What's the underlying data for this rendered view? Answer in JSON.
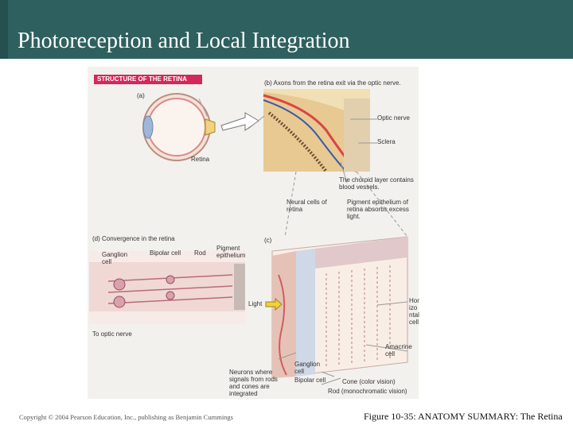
{
  "slide": {
    "title": "Photoreception and Local Integration",
    "copyright": "Copyright © 2004 Pearson Education, Inc., publishing as Benjamin Cummings",
    "caption": "Figure 10-35: ANATOMY SUMMARY: The Retina"
  },
  "figure": {
    "banner": "STRUCTURE OF THE RETINA",
    "panel_a": "(a)",
    "retina": "Retina",
    "panel_b": "(b) Axons from the retina exit via the optic nerve.",
    "optic_nerve": "Optic nerve",
    "sclera": "Sclera",
    "choroid": "The choroid layer contains blood vessels.",
    "neural_cells": "Neural cells of retina",
    "pigment_epithelium_retina": "Pigment epithelium of retina absorbs excess light.",
    "panel_c": "(c)",
    "panel_d": "(d) Convergence in the retina",
    "ganglion_cell": "Ganglion cell",
    "bipolar_cell": "Bipolar cell",
    "rod": "Rod",
    "pigment_epithelium": "Pigment epithelium",
    "to_optic_nerve": "To optic nerve",
    "light": "Light",
    "horizontal_cell": "Horizontal cell",
    "amacrine_cell": "Amacrine cell",
    "neurons_integrated": "Neurons where signals from rods and cones are integrated",
    "ganglion_cell_2": "Ganglion cell",
    "bipolar_cell_2": "Bipolar cell",
    "cone": "Cone (color vision)",
    "rod_mono": "Rod (monochromatic vision)"
  }
}
